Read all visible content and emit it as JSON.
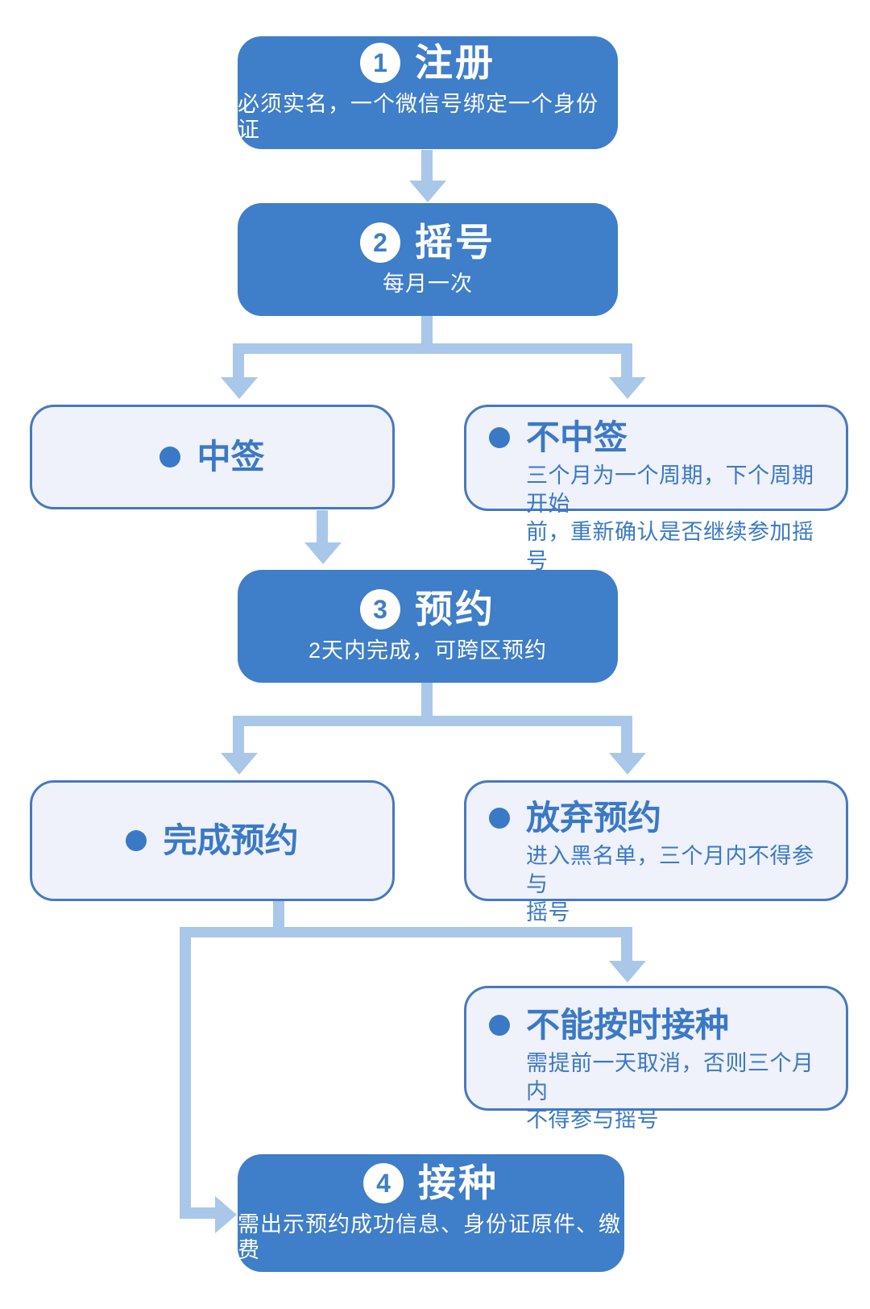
{
  "colors": {
    "primary": "#3F7EC8",
    "connector": "#A9C7E9",
    "option_bg": "#EFF1FB",
    "option_border": "#4679BE",
    "option_text": "#3A79C5",
    "page_bg": "#FFFFFF"
  },
  "steps": [
    {
      "number": "1",
      "title": "注册",
      "subtitle": "必须实名，一个微信号绑定一个身份证"
    },
    {
      "number": "2",
      "title": "摇号",
      "subtitle": "每月一次"
    },
    {
      "number": "3",
      "title": "预约",
      "subtitle": "2天内完成，可跨区预约"
    },
    {
      "number": "4",
      "title": "接种",
      "subtitle": "需出示预约成功信息、身份证原件、缴费"
    }
  ],
  "options": [
    {
      "title": "中签"
    },
    {
      "title": "不中签",
      "desc_line1": "三个月为一个周期，下个周期开始",
      "desc_line2": "前，重新确认是否继续参加摇号"
    },
    {
      "title": "完成预约"
    },
    {
      "title": "放弃预约",
      "desc_line1": "进入黑名单，三个月内不得参与",
      "desc_line2": "摇号"
    },
    {
      "title": "不能按时接种",
      "desc_line1": "需提前一天取消，否则三个月内",
      "desc_line2": "不得参与摇号"
    }
  ]
}
